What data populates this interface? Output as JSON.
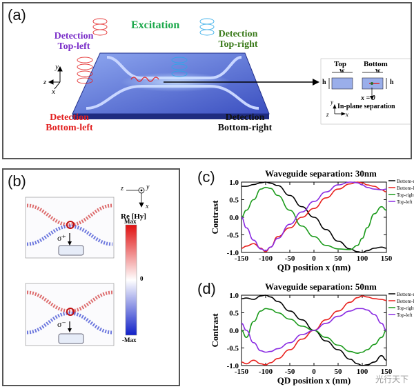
{
  "panels": {
    "a": {
      "label": "(a)",
      "excitation": "Excitation",
      "det_tl": "Detection\nTop-left",
      "det_tr": "Detection\nTop-right",
      "det_bl": "Detection\nBottom-left",
      "det_br": "Detection\nBottom-right",
      "axes3d": {
        "y": "y",
        "z": "z",
        "x": "x"
      },
      "inset": {
        "top": "Top",
        "bottom": "Bottom",
        "w1": "w",
        "w2": "w",
        "h1": "h",
        "h2": "h",
        "x0": "x = 0",
        "caption": "In-plane separation",
        "axes": {
          "y": "y",
          "z": "z",
          "x": "x"
        }
      }
    },
    "b": {
      "label": "(b)",
      "colorbar_title": "Re [Hy]",
      "cb_max": "Max",
      "cb_zero": "0",
      "cb_min": "-Max",
      "sigma_plus": "σ⁺",
      "sigma_minus": "σ⁻",
      "axes": {
        "z": "z",
        "y": "y",
        "x": "x"
      }
    },
    "c": {
      "label": "(c)"
    },
    "d": {
      "label": "(d)"
    }
  },
  "colors": {
    "bottom_right": "#000000",
    "bottom_left": "#e8201c",
    "top_right": "#1a9a1a",
    "top_left": "#8a2be2"
  },
  "chart_data": [
    {
      "type": "line",
      "title": "Waveguide separation:  30nm",
      "xlabel": "QD position  x (nm)",
      "ylabel": "Contrast",
      "xlim": [
        -150,
        150
      ],
      "ylim": [
        -1.0,
        1.0
      ],
      "xticks": [
        -150,
        -100,
        -50,
        0,
        50,
        100,
        150
      ],
      "yticks": [
        -1.0,
        -0.5,
        0.0,
        0.5,
        1.0
      ],
      "legend": "top-right",
      "x": [
        -150,
        -140,
        -125,
        -110,
        -100,
        -90,
        -75,
        -50,
        -25,
        0,
        25,
        50,
        75,
        90,
        100,
        110,
        125,
        140,
        150
      ],
      "series": [
        {
          "name": "Bottom-right",
          "values": [
            0.88,
            0.88,
            0.93,
            0.98,
            1.0,
            0.97,
            0.9,
            0.62,
            0.3,
            0.0,
            -0.35,
            -0.68,
            -0.9,
            -0.98,
            -1.0,
            -0.95,
            -0.88,
            -0.85,
            -0.88
          ]
        },
        {
          "name": "Bottom-left",
          "values": [
            -0.88,
            -0.82,
            -0.75,
            -0.88,
            -0.98,
            -0.85,
            -0.55,
            -0.3,
            0.0,
            0.25,
            0.55,
            0.8,
            0.95,
            1.0,
            0.98,
            0.92,
            0.88,
            0.78,
            0.72
          ]
        },
        {
          "name": "Top-right",
          "values": [
            0.0,
            0.2,
            0.5,
            0.8,
            0.85,
            0.82,
            0.62,
            0.2,
            -0.25,
            -0.55,
            -0.8,
            -0.9,
            -0.92,
            -0.8,
            -0.6,
            -0.3,
            0.1,
            0.3,
            0.2
          ]
        },
        {
          "name": "Top-left",
          "values": [
            0.0,
            -0.3,
            -0.65,
            -0.9,
            -0.95,
            -0.85,
            -0.6,
            -0.2,
            0.15,
            0.45,
            0.72,
            0.92,
            1.0,
            0.98,
            0.92,
            0.85,
            0.8,
            0.78,
            0.8
          ]
        }
      ]
    },
    {
      "type": "line",
      "title": "Waveguide separation:  50nm",
      "xlabel": "QD position  x (nm)",
      "ylabel": "Contrast",
      "xlim": [
        -150,
        150
      ],
      "ylim": [
        -1.0,
        1.0
      ],
      "xticks": [
        -150,
        -100,
        -50,
        0,
        50,
        100,
        150
      ],
      "yticks": [
        -1.0,
        -0.5,
        0.0,
        0.5,
        1.0
      ],
      "legend": "top-right",
      "x": [
        -150,
        -140,
        -125,
        -110,
        -100,
        -90,
        -75,
        -50,
        -25,
        0,
        25,
        50,
        75,
        90,
        100,
        110,
        125,
        140,
        150
      ],
      "series": [
        {
          "name": "Bottom-right",
          "values": [
            0.9,
            0.92,
            0.88,
            0.98,
            1.0,
            0.95,
            0.82,
            0.55,
            0.3,
            0.0,
            -0.3,
            -0.55,
            -0.82,
            -0.95,
            -1.0,
            -0.98,
            -0.9,
            -0.72,
            -0.85
          ]
        },
        {
          "name": "Bottom-left",
          "values": [
            -0.9,
            -0.95,
            -0.85,
            -0.95,
            -0.98,
            -0.92,
            -0.8,
            -0.55,
            -0.25,
            0.0,
            0.3,
            0.55,
            0.8,
            0.93,
            0.98,
            0.95,
            0.9,
            0.88,
            0.85
          ]
        },
        {
          "name": "Top-right",
          "values": [
            0.0,
            -0.2,
            0.25,
            0.55,
            0.62,
            0.6,
            0.5,
            0.32,
            0.12,
            0.0,
            -0.2,
            -0.42,
            -0.6,
            -0.65,
            -0.62,
            -0.55,
            -0.4,
            -0.2,
            0.0
          ]
        },
        {
          "name": "Top-left",
          "values": [
            0.2,
            0.0,
            -0.35,
            -0.58,
            -0.62,
            -0.6,
            -0.52,
            -0.35,
            -0.12,
            0.0,
            0.2,
            0.4,
            0.55,
            0.62,
            0.62,
            0.58,
            0.45,
            0.2,
            0.0
          ]
        }
      ]
    }
  ]
}
